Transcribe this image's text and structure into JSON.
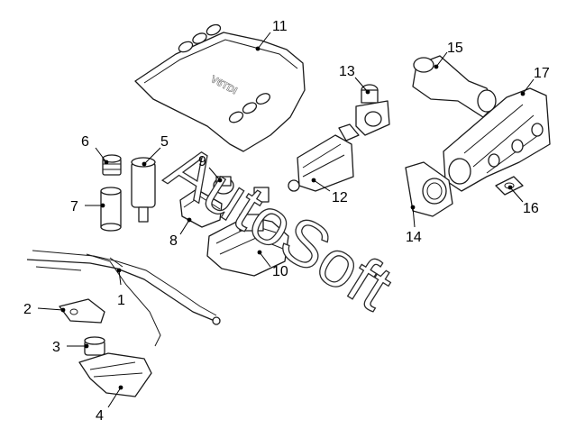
{
  "diagram": {
    "callouts": [
      "1",
      "2",
      "3",
      "4",
      "5",
      "6",
      "7",
      "8",
      "9",
      "10",
      "11",
      "12",
      "13",
      "14",
      "15",
      "16",
      "17"
    ],
    "watermark": "AutoSoft",
    "cover_logo": "V6TDI"
  },
  "colors": {
    "line": "#1a1a1a",
    "background": "#ffffff"
  }
}
